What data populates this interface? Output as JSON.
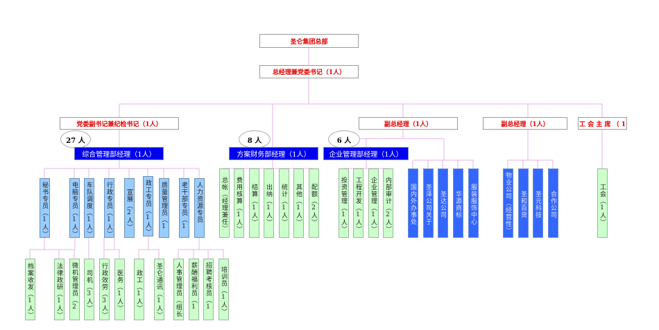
{
  "top": {
    "title": "圣仑集团总部",
    "gm": "总经理兼党委书记（1人）"
  },
  "level2": [
    "党委副书记兼纪检书记（1人）",
    "副总经理（1人）",
    "副总经理（1人）",
    "工 会 主 席 （ 1"
  ],
  "headcounts": [
    "27 人",
    "8 人",
    "6 人"
  ],
  "departments": [
    "综合管理部经理（1人）",
    "方案财务部经理（1人）",
    "企业管理部经理（1人）"
  ],
  "admin_roles": [
    "秘书专员（1人）",
    "电脑专员（1人）",
    "车队调度（1人）",
    "行政专员（1人）",
    "宣展（2人）",
    "政工专员（1人）",
    "质量管理员（1人）",
    "老干部专员（1人）",
    "人力资源专员（1，"
  ],
  "finance_roles": [
    "总帐（经理兼任）",
    "费用核算（1人）",
    "结算（1人）",
    "出纳（1人）",
    "统计（1人）",
    "其他（1人）",
    "配额（2人）"
  ],
  "enterprise_roles": [
    "投资管理（1人）",
    "工程开发（1人）",
    "企业管理（1人）",
    "内部审计（2人）"
  ],
  "vp1_units": [
    "国内外办事处",
    "圣泽公司关于",
    "圣达公司",
    "华源商标",
    "服装服饰中心"
  ],
  "vp2_units": [
    "物业公司（经营性）（",
    "圣和百货",
    "圣元科技",
    "合作公司"
  ],
  "union_roles": [
    "工会（1人）"
  ],
  "sub_roles": [
    "档案收发（1人）",
    "法律政研（1人）",
    "微机管理员（2人）",
    "司机（3人）",
    "行政效劳（3人）",
    "医务（1人）",
    "政工（1人）",
    "圣仑通讯（1人）",
    "人事管理员（组长兼",
    "薪酬福利员（1人）",
    "招聘考核员（1人）",
    "培训员（1人）"
  ],
  "colors": {
    "line": "#e6b3e6",
    "dept": "#0000ee",
    "unit": "#3366ff",
    "leaf_blue": "#99ccff",
    "leaf_green": "#ccffcc",
    "title_red": "#e00000"
  }
}
